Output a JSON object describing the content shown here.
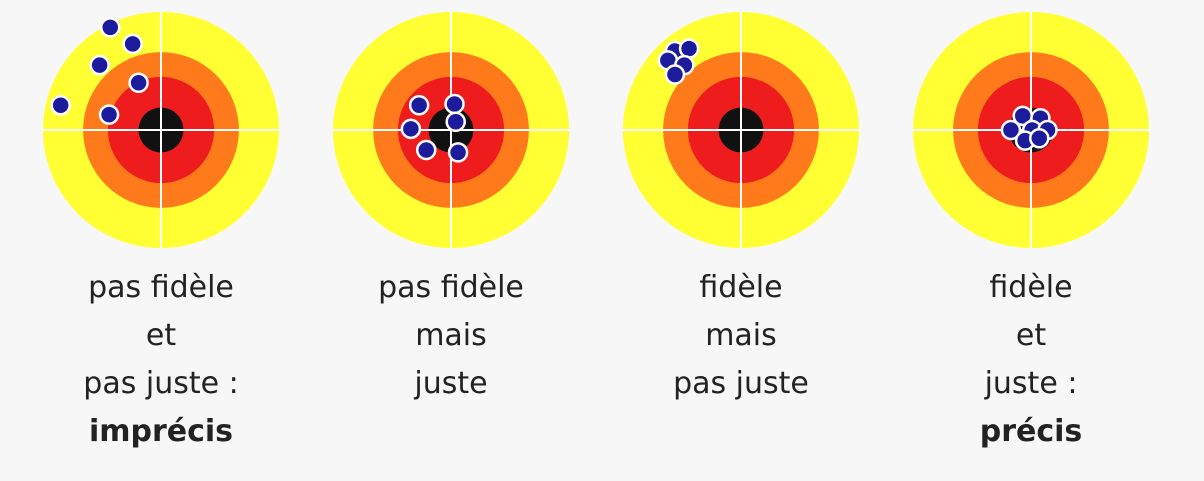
{
  "colors": {
    "yellow": "#ffff33",
    "orange": "#ff7a1a",
    "red": "#ee1c1c",
    "black": "#111111",
    "crosshair": "#ffffff",
    "dot_fill": "#1b1b9c",
    "dot_stroke": "#ffffff"
  },
  "targets": [
    {
      "caption": [
        "pas fidèle",
        "et",
        "pas juste :",
        "imprécis"
      ],
      "bold_line": 3,
      "shots": [
        [
          -0.43,
          -0.87
        ],
        [
          -0.24,
          -0.73
        ],
        [
          -0.52,
          -0.55
        ],
        [
          -0.19,
          -0.4
        ],
        [
          -0.85,
          -0.21
        ],
        [
          -0.44,
          -0.13
        ]
      ]
    },
    {
      "caption": [
        "pas fidèle",
        "mais",
        "juste"
      ],
      "bold_line": -1,
      "shots": [
        [
          -0.27,
          -0.21
        ],
        [
          0.03,
          -0.22
        ],
        [
          0.04,
          -0.07
        ],
        [
          -0.34,
          -0.01
        ],
        [
          -0.21,
          0.17
        ],
        [
          0.06,
          0.19
        ]
      ]
    },
    {
      "caption": [
        "fidèle",
        "mais",
        "pas juste"
      ],
      "bold_line": -1,
      "shots": [
        [
          -0.56,
          -0.67
        ],
        [
          -0.44,
          -0.69
        ],
        [
          -0.62,
          -0.59
        ],
        [
          -0.48,
          -0.55
        ],
        [
          -0.56,
          -0.47
        ]
      ]
    },
    {
      "caption": [
        "fidèle",
        "et",
        "juste :",
        "précis"
      ],
      "bold_line": 3,
      "shots": [
        [
          -0.07,
          -0.12
        ],
        [
          0.08,
          -0.1
        ],
        [
          -0.17,
          0.0
        ],
        [
          0.01,
          0.0
        ],
        [
          0.14,
          0.0
        ],
        [
          -0.05,
          0.09
        ],
        [
          0.07,
          0.07
        ]
      ]
    }
  ]
}
